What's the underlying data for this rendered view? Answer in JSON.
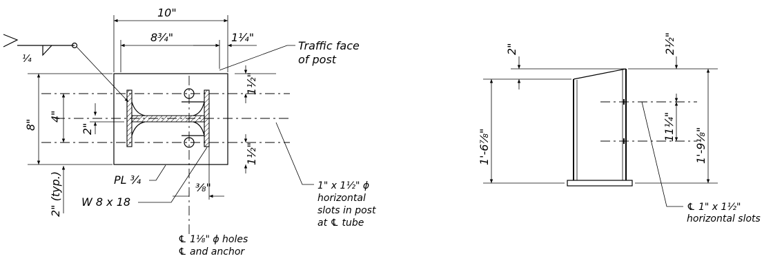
{
  "plan": {
    "dim_top": "10\"",
    "dim_plate_inner": "8¾\"",
    "dim_offset": "1¼\"",
    "label_traffic_face_1": "Traffic face",
    "label_traffic_face_2": "of post",
    "dim_height": "8\"",
    "dim_mid": "4\"",
    "dim_small": "2\"",
    "dim_edge": "2\" (typ.)",
    "dim_right_upper": "1½\"",
    "dim_right_lower": "1½\"",
    "weld_symbol_size": "¼",
    "label_plate": "PL ¾",
    "label_beam": "W 8 x 18",
    "dim_hole_offset": "⅜\"",
    "slot_note": [
      "1\" x 1½\" ϕ",
      "horizontal",
      "slots in post",
      "at ℄ tube"
    ],
    "hole_note": [
      "℄ 1⅛\" ϕ holes",
      "℄ and anchor"
    ]
  },
  "elevation": {
    "dim_top_left": "2\"",
    "dim_top_right": "2½\"",
    "dim_left_height": "1'-6⅞\"",
    "dim_slot_spacing": "11¼\"",
    "dim_right_height": "1'-9⅛\"",
    "slot_note": [
      "℄ 1\" x 1½\"",
      "horizontal slots"
    ]
  }
}
